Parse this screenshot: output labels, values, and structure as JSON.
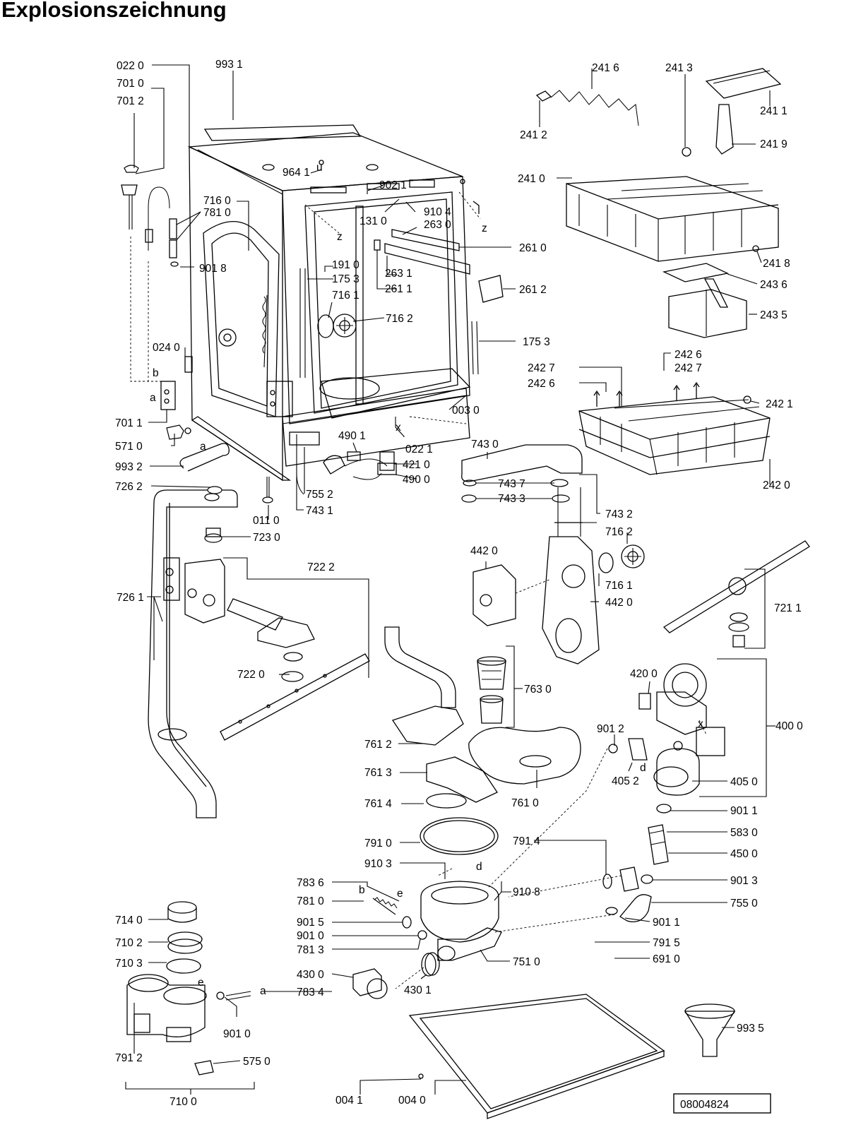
{
  "title": "Explosionszeichnung",
  "drawing_number": "08004824",
  "letters": {
    "z": "z",
    "u": "u",
    "x": "x",
    "a": "a",
    "b": "b",
    "d": "d",
    "e": "e"
  },
  "labels": {
    "l022_0": "022 0",
    "l701_0": "701 0",
    "l701_2": "701 2",
    "l993_1": "993 1",
    "l716_0": "716 0",
    "l781_0a": "781 0",
    "l901_8": "901 8",
    "l964_1": "964 1",
    "l902_1": "902 1",
    "l131_0": "131 0",
    "l910_4": "910 4",
    "l263_0": "263 0",
    "l261_0": "261 0",
    "l191_0": "191 0",
    "l175_3a": "175 3",
    "l716_1a": "716 1",
    "l263_1": "263 1",
    "l261_1": "261 1",
    "l261_2": "261 2",
    "l716_2a": "716 2",
    "l175_3b": "175 3",
    "l024_0": "024 0",
    "l003_0": "003 0",
    "l701_1": "701 1",
    "l571_0": "571 0",
    "l993_2": "993 2",
    "l726_2": "726 2",
    "l490_1": "490 1",
    "l022_1": "022 1",
    "l421_0": "421 0",
    "l490_0": "490 0",
    "l755_2": "755 2",
    "l743_1": "743 1",
    "l011_0": "011 0",
    "l723_0": "723 0",
    "l743_0": "743 0",
    "l743_7": "743 7",
    "l743_3": "743 3",
    "l743_2": "743 2",
    "l716_2b": "716 2",
    "l716_1b": "716 1",
    "l442_0a": "442 0",
    "l442_0b": "442 0",
    "l722_2": "722 2",
    "l726_1": "726 1",
    "l722_0": "722 0",
    "l721_1": "721 1",
    "l763_0": "763 0",
    "l420_0": "420 0",
    "l400_0": "400 0",
    "l901_2": "901 2",
    "l761_2": "761 2",
    "l405_2": "405 2",
    "l405_0": "405 0",
    "l761_3": "761 3",
    "l761_0": "761 0",
    "l761_4": "761 4",
    "l901_1a": "901 1",
    "l583_0": "583 0",
    "l791_0": "791 0",
    "l791_4": "791 4",
    "l450_0": "450 0",
    "l910_3": "910 3",
    "l783_6": "783 6",
    "l910_8": "910 8",
    "l901_3": "901 3",
    "l781_0b": "781 0",
    "l755_0": "755 0",
    "l714_0": "714 0",
    "l901_5": "901 5",
    "l901_1b": "901 1",
    "l710_2": "710 2",
    "l901_0a": "901 0",
    "l781_3": "781 3",
    "l791_5": "791 5",
    "l710_3": "710 3",
    "l751_0": "751 0",
    "l691_0": "691 0",
    "l430_0": "430 0",
    "l783_4": "783 4",
    "l430_1": "430 1",
    "l901_0b": "901 0",
    "l791_2": "791 2",
    "l993_5": "993 5",
    "l575_0": "575 0",
    "l710_0": "710 0",
    "l004_1": "004 1",
    "l004_0": "004 0",
    "l241_6": "241 6",
    "l241_3": "241 3",
    "l241_1": "241 1",
    "l241_2": "241 2",
    "l241_9": "241 9",
    "l241_0": "241 0",
    "l241_8": "241 8",
    "l243_6": "243 6",
    "l243_5": "243 5",
    "l242_6a": "242 6",
    "l242_7a": "242 7",
    "l242_7b": "242 7",
    "l242_6b": "242 6",
    "l242_1": "242 1",
    "l242_0": "242 0"
  }
}
